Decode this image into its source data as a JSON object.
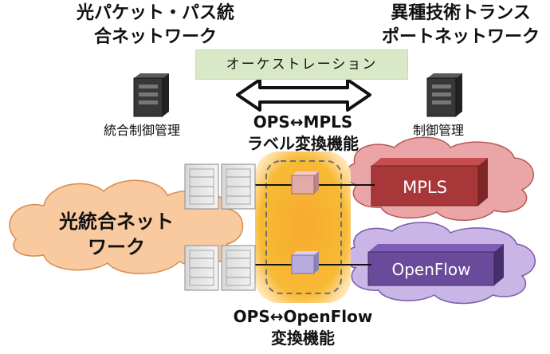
{
  "titles": {
    "left": [
      "光パケット・パス統",
      "合ネットワーク"
    ],
    "right": [
      "異種技術トランス",
      "ポートネットワーク"
    ]
  },
  "orchestration": "オーケストレーション",
  "management": {
    "left": "統合制御管理",
    "right": "制御管理"
  },
  "conversion_mpls": [
    "OPS↔MPLS",
    "ラベル変換機能"
  ],
  "conversion_openflow": [
    "OPS↔OpenFlow",
    "変換機能"
  ],
  "networks": {
    "optical": [
      "光統合ネット",
      "ワーク"
    ],
    "mpls": "MPLS",
    "openflow": "OpenFlow"
  },
  "icons": [
    "server-icon",
    "rack-icon",
    "arrow-icon"
  ],
  "colors": {
    "orchestration_bg": "#d9e8c6",
    "cloud_optical": "#f9c9a0",
    "cloud_mpls": "#eaa6a6",
    "cloud_openflow": "#c9b5e6",
    "mpls_box": "#a8373a",
    "openflow_box": "#6a4a9a",
    "converter_bg": "#f7b62a"
  }
}
